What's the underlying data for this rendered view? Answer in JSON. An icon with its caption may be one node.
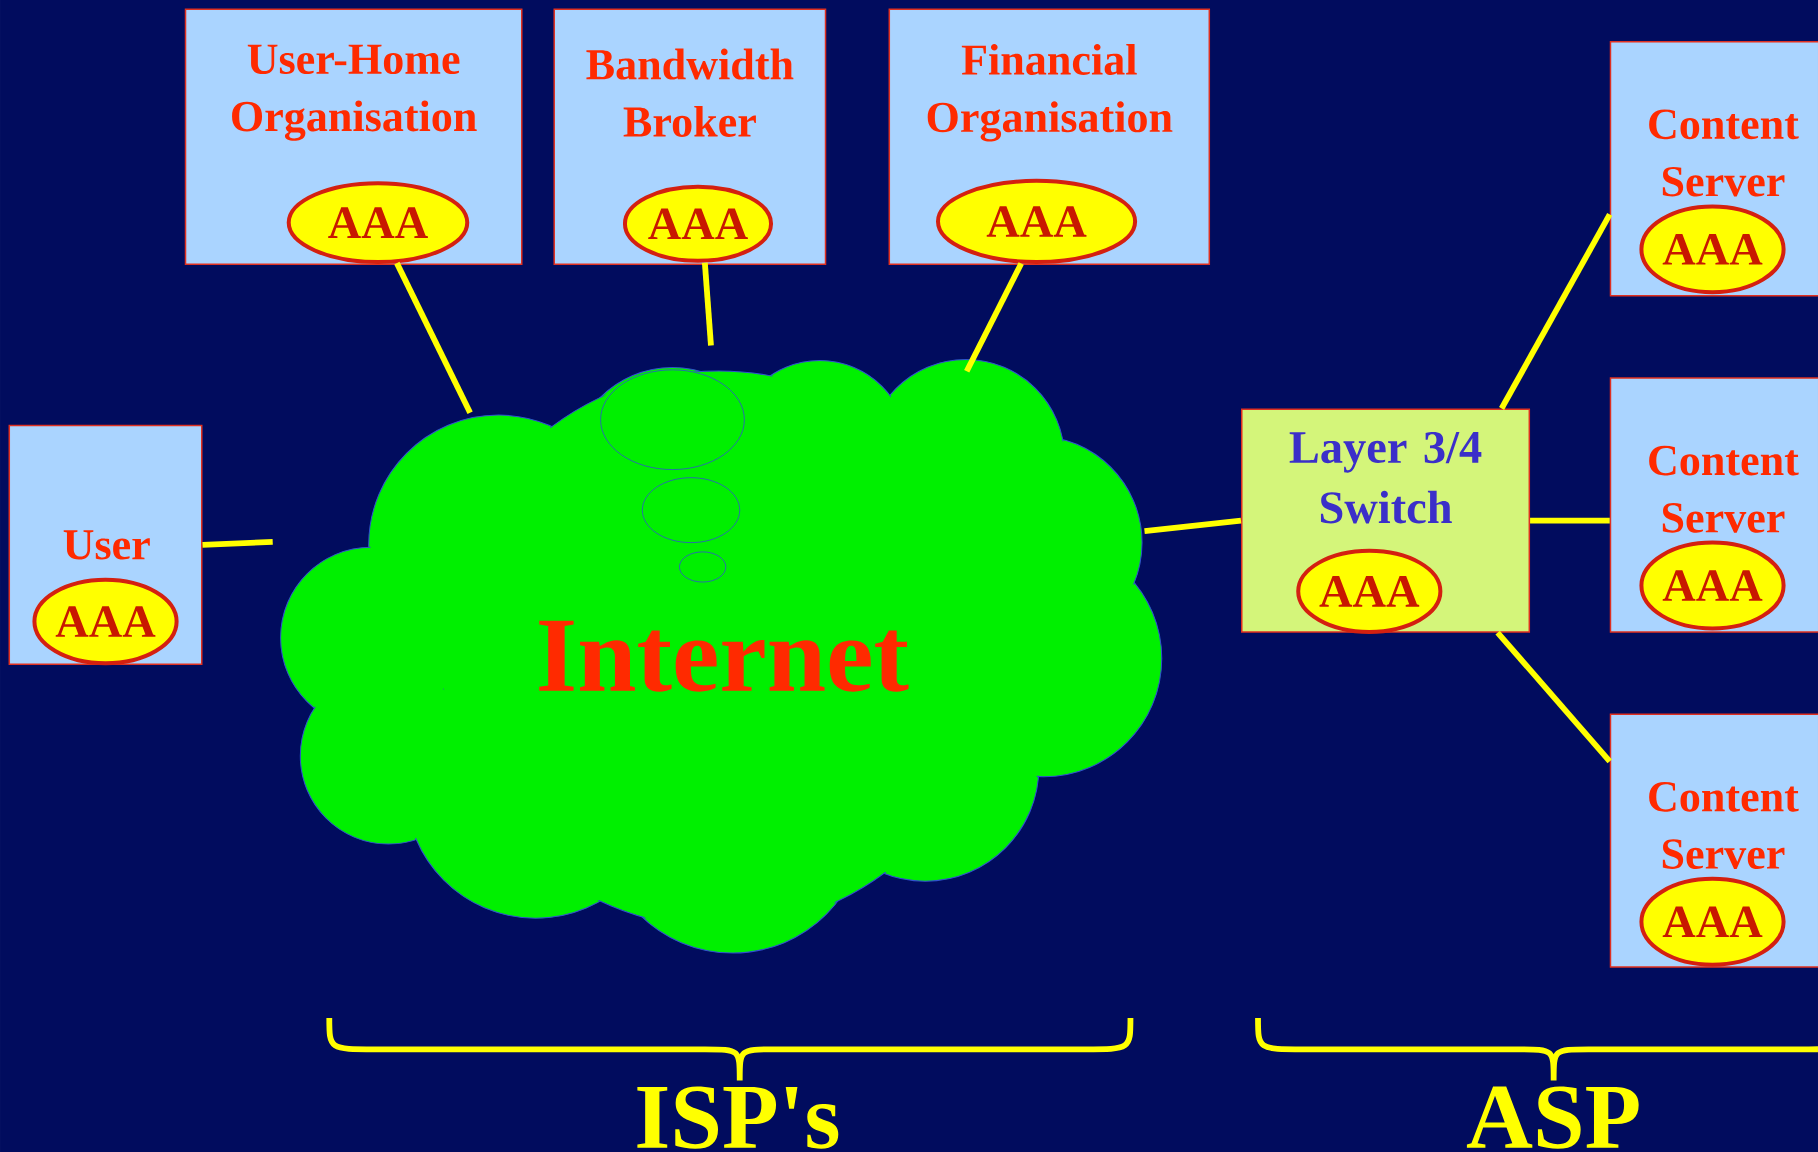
{
  "diagram": {
    "nodes": [
      {
        "text": [
          "User-Home Organisation"
        ]
      },
      {
        "text": [
          "AAA"
        ],
        "in": 0
      },
      {
        "text": [
          "Bandwidth Broker"
        ]
      },
      {
        "text": [
          "AAA"
        ],
        "in": 2
      },
      {
        "text": [
          "Financial Organisation"
        ]
      },
      {
        "text": [
          "AAA"
        ],
        "in": 4
      },
      {
        "text": [
          "User"
        ]
      },
      {
        "text": [
          "AAA"
        ],
        "in": 6
      },
      {
        "text": [
          "Internet"
        ]
      },
      {
        "text": [
          "Layer 3/4 Switch"
        ]
      },
      {
        "text": [
          "AAA"
        ],
        "in": 9
      },
      {
        "text": [
          "Content Server"
        ]
      },
      {
        "text": [
          "AAA"
        ],
        "in": 11
      },
      {
        "text": [
          "Content Server"
        ]
      },
      {
        "text": [
          "AAA"
        ],
        "in": 13
      },
      {
        "text": [
          "Content Server"
        ]
      },
      {
        "text": [
          "AAA"
        ],
        "in": 15
      }
    ],
    "edges": [
      {
        "from": 1,
        "to": 8,
        "arrow": "none"
      },
      {
        "from": 3,
        "to": 8,
        "arrow": "none"
      },
      {
        "from": 5,
        "to": 8,
        "arrow": "none"
      },
      {
        "from": 6,
        "to": 8,
        "arrow": "none"
      },
      {
        "from": 8,
        "to": 9,
        "arrow": "none"
      },
      {
        "from": 9,
        "to": 11,
        "arrow": "none"
      },
      {
        "from": 9,
        "to": 13,
        "arrow": "none"
      },
      {
        "from": 9,
        "to": 15,
        "arrow": "none"
      }
    ],
    "labels": [
      "ISP's",
      "ASP"
    ]
  }
}
